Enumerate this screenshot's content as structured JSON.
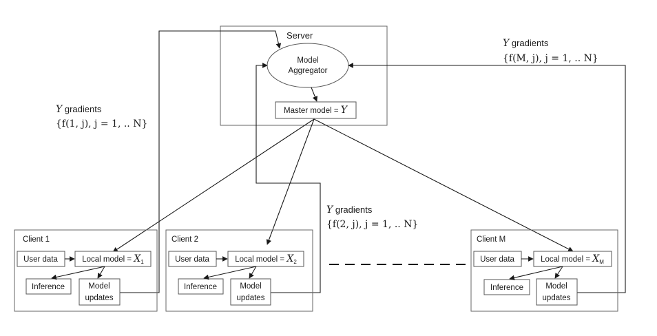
{
  "server": {
    "title": "Server",
    "aggregator_line1": "Model",
    "aggregator_line2": "Aggregator",
    "master_prefix": "Master model = ",
    "master_var": "Y"
  },
  "gradients": [
    {
      "var": "Y",
      "word": " gradients",
      "set": "{f(1, j), j = 1, .. N}"
    },
    {
      "var": "Y",
      "word": " gradients",
      "set": "{f(2, j), j = 1, .. N}"
    },
    {
      "var": "Y",
      "word": " gradients",
      "set": "{f(M, j), j = 1, .. N}"
    }
  ],
  "clients": [
    {
      "title": "Client 1",
      "user_data": "User data",
      "local_prefix": "Local model = ",
      "local_var": "X",
      "local_sub": "1",
      "inference": "Inference",
      "updates_line1": "Model",
      "updates_line2": "updates"
    },
    {
      "title": "Client 2",
      "user_data": "User data",
      "local_prefix": "Local model = ",
      "local_var": "X",
      "local_sub": "2",
      "inference": "Inference",
      "updates_line1": "Model",
      "updates_line2": "updates"
    },
    {
      "title": "Client M",
      "user_data": "User data",
      "local_prefix": "Local model = ",
      "local_var": "X",
      "local_sub": "M",
      "inference": "Inference",
      "updates_line1": "Model",
      "updates_line2": "updates"
    }
  ]
}
